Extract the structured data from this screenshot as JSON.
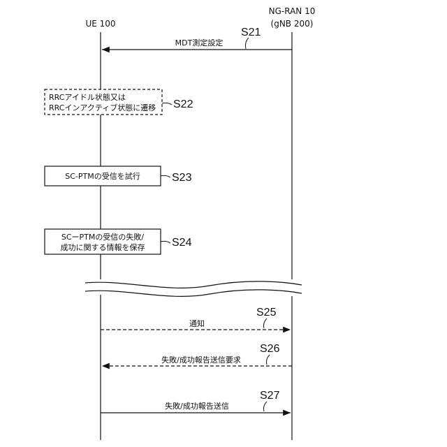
{
  "entities": {
    "ue": {
      "label": "UE 100"
    },
    "ran": {
      "line1": "NG-RAN 10",
      "line2": "(gNB 200)"
    }
  },
  "steps": {
    "s21": {
      "step": "S21",
      "message": "MDT測定設定"
    },
    "s22": {
      "step": "S22",
      "line1": "RRCアイドル状態又は",
      "line2": "RRCインアクティブ状態に遷移"
    },
    "s23": {
      "step": "S23",
      "line1": "SC-PTMの受信を試行"
    },
    "s24": {
      "step": "S24",
      "line1": "SCーPTMの受信の失敗/",
      "line2": "成功に関する情報を保存"
    },
    "s25": {
      "step": "S25",
      "message": "通知"
    },
    "s26": {
      "step": "S26",
      "message": "失敗/成功報告送信要求"
    },
    "s27": {
      "step": "S27",
      "message": "失敗/成功報告送信"
    }
  },
  "colors": {
    "line": "#111111",
    "background": "#ffffff"
  }
}
